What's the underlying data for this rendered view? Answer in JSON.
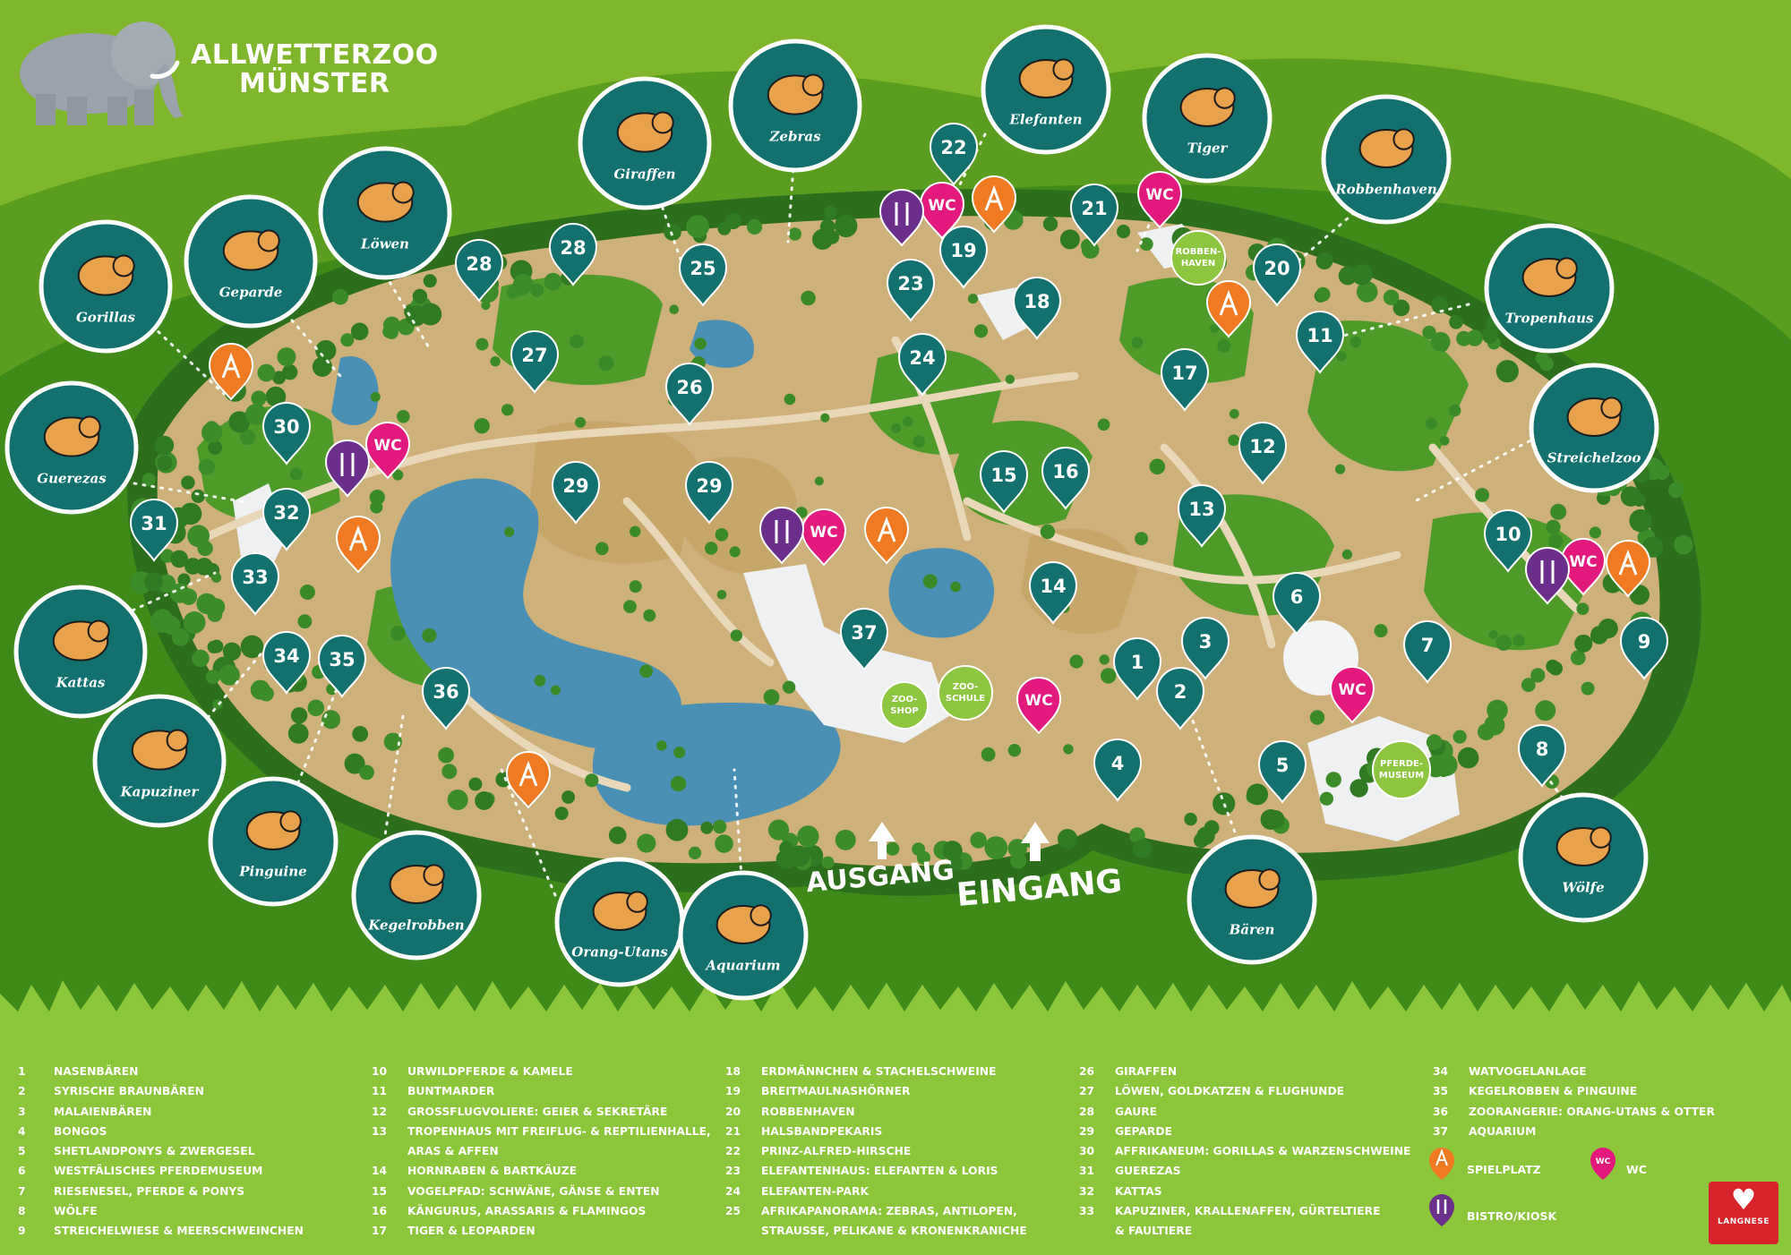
{
  "header": {
    "title_line1": "ALLWETTERZOO",
    "title_line2": "MÜNSTER"
  },
  "gates": {
    "exit": "AUSGANG",
    "entrance": "EINGANG"
  },
  "colors": {
    "bubble": "#12706f",
    "pin": "#12706f",
    "wc": "#e4197e",
    "play": "#ef7a22",
    "food": "#6b2e8a",
    "grass": "#7fb62b",
    "map_bg": "#2f7d18"
  },
  "animal_bubbles": [
    {
      "label": "Gorillas",
      "icon": "gorilla-icon"
    },
    {
      "label": "Geparde",
      "icon": "cheetah-icon"
    },
    {
      "label": "Löwen",
      "icon": "lion-icon"
    },
    {
      "label": "Giraffen",
      "icon": "giraffe-icon"
    },
    {
      "label": "Zebras",
      "icon": "zebra-icon"
    },
    {
      "label": "Elefanten",
      "icon": "elephant-icon"
    },
    {
      "label": "Tiger",
      "icon": "tiger-icon"
    },
    {
      "label": "Robbenhaven",
      "icon": "seal-icon"
    },
    {
      "label": "Tropenhaus",
      "icon": "parrot-icon"
    },
    {
      "label": "Streichelzoo",
      "icon": "goat-icon"
    },
    {
      "label": "Guerezas",
      "icon": "colobus-monkey-icon"
    },
    {
      "label": "Kattas",
      "icon": "lemur-icon"
    },
    {
      "label": "Kapuziner",
      "icon": "capuchin-icon"
    },
    {
      "label": "Pinguine",
      "icon": "penguin-icon"
    },
    {
      "label": "Kegelrobben",
      "icon": "grey-seal-icon"
    },
    {
      "label": "Orang-Utans",
      "icon": "orangutan-icon"
    },
    {
      "label": "Aquarium",
      "icon": "fish-icon"
    },
    {
      "label": "Bären",
      "icon": "bear-icon"
    },
    {
      "label": "Wölfe",
      "icon": "wolf-icon"
    }
  ],
  "pins": [
    "22",
    "21",
    "20",
    "19",
    "18",
    "23",
    "24",
    "25",
    "26",
    "27",
    "28",
    "28",
    "29",
    "29",
    "30",
    "31",
    "32",
    "33",
    "34",
    "35",
    "36",
    "37",
    "1",
    "2",
    "3",
    "4",
    "5",
    "6",
    "7",
    "8",
    "9",
    "10",
    "11",
    "12",
    "13",
    "14",
    "15",
    "16",
    "17"
  ],
  "map_labels": {
    "robbenhaven": "ROBBEN-\nHAVEN",
    "zooshop": "ZOO-\nSHOP",
    "zooschule": "ZOO-\nSCHULE",
    "pferdemuseum": "PFERDE-\nMUSEUM",
    "wc": "WC"
  },
  "legend": {
    "columns": [
      [
        {
          "n": "1",
          "t": "NASENBÄREN"
        },
        {
          "n": "2",
          "t": "SYRISCHE BRAUNBÄREN"
        },
        {
          "n": "3",
          "t": "MALAIENBÄREN"
        },
        {
          "n": "4",
          "t": "BONGOS"
        },
        {
          "n": "5",
          "t": "SHETLANDPONYS & ZWERGESEL"
        },
        {
          "n": "6",
          "t": "WESTFÄLISCHES PFERDEMUSEUM"
        },
        {
          "n": "7",
          "t": "RIESENESEL, PFERDE & PONYS"
        },
        {
          "n": "8",
          "t": "WÖLFE"
        },
        {
          "n": "9",
          "t": "STREICHELWIESE & MEERSCHWEINCHEN"
        }
      ],
      [
        {
          "n": "10",
          "t": "URWILDPFERDE & KAMELE"
        },
        {
          "n": "11",
          "t": "BUNTMARDER"
        },
        {
          "n": "12",
          "t": "GROSSFLUGVOLIERE: GEIER & SEKRETÄRE"
        },
        {
          "n": "13",
          "t": "TROPENHAUS MIT FREIFLUG- & REPTILIENHALLE,"
        },
        {
          "n": "",
          "t": "ARAS & AFFEN"
        },
        {
          "n": "14",
          "t": "HORNRABEN & BARTKÄUZE"
        },
        {
          "n": "15",
          "t": "VOGELPFAD: SCHWÄNE, GÄNSE & ENTEN"
        },
        {
          "n": "16",
          "t": "KÄNGURUS, ARASSARIS & FLAMINGOS"
        },
        {
          "n": "17",
          "t": "TIGER & LEOPARDEN"
        }
      ],
      [
        {
          "n": "18",
          "t": "ERDMÄNNCHEN & STACHELSCHWEINE"
        },
        {
          "n": "19",
          "t": "BREITMAULNASHÖRNER"
        },
        {
          "n": "20",
          "t": "ROBBENHAVEN"
        },
        {
          "n": "21",
          "t": "HALSBANDPEKARIS"
        },
        {
          "n": "22",
          "t": "PRINZ-ALFRED-HIRSCHE"
        },
        {
          "n": "23",
          "t": "ELEFANTENHAUS: ELEFANTEN & LORIS"
        },
        {
          "n": "24",
          "t": "ELEFANTEN-PARK"
        },
        {
          "n": "25",
          "t": "AFRIKAPANORAMA: ZEBRAS, ANTILOPEN,"
        },
        {
          "n": "",
          "t": "STRAUSSE, PELIKANE & KRONENKRANICHE"
        }
      ],
      [
        {
          "n": "26",
          "t": "GIRAFFEN"
        },
        {
          "n": "27",
          "t": "LÖWEN, GOLDKATZEN & FLUGHUNDE"
        },
        {
          "n": "28",
          "t": "GAURE"
        },
        {
          "n": "29",
          "t": "GEPARDE"
        },
        {
          "n": "30",
          "t": "AFFRIKANEUM: GORILLAS & WARZENSCHWEINE"
        },
        {
          "n": "31",
          "t": "GUEREZAS"
        },
        {
          "n": "32",
          "t": "KATTAS"
        },
        {
          "n": "33",
          "t": "KAPUZINER, KRALLENAFFEN, GÜRTELTIERE"
        },
        {
          "n": "",
          "t": "& FAULTIERE"
        }
      ],
      [
        {
          "n": "34",
          "t": "WATVOGELANLAGE"
        },
        {
          "n": "35",
          "t": "KEGELROBBEN & PINGUINE"
        },
        {
          "n": "36",
          "t": "ZOORANGERIE: ORANG-UTANS & OTTER"
        },
        {
          "n": "37",
          "t": "AQUARIUM"
        }
      ]
    ],
    "key_playground": "SPIELPLATZ",
    "key_wc": "WC",
    "key_bistro": "BISTRO/KIOSK",
    "wc_badge": "WC"
  },
  "brand": {
    "name": "LANGNESE"
  }
}
